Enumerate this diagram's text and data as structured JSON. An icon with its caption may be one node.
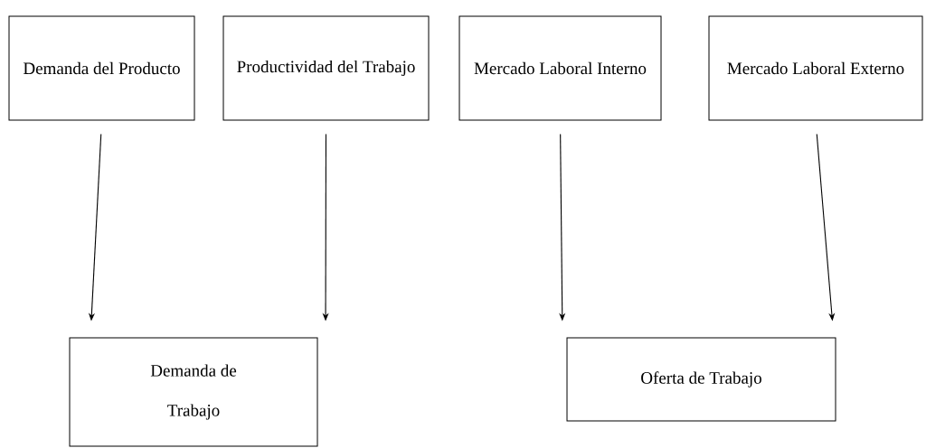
{
  "diagram": {
    "nodes": [
      {
        "text": [
          "Demanda del Producto"
        ]
      },
      {
        "text": [
          "Productividad del Trabajo"
        ]
      },
      {
        "text": [
          "Mercado Laboral Interno"
        ]
      },
      {
        "text": [
          "Mercado Laboral Externo"
        ]
      },
      {
        "text": [
          "Demanda de Trabajo"
        ]
      },
      {
        "text": [
          "Oferta de Trabajo"
        ]
      }
    ],
    "edges": [
      {
        "from": 0,
        "to": 4,
        "arrow": "to"
      },
      {
        "from": 1,
        "to": 4,
        "arrow": "to"
      },
      {
        "from": 2,
        "to": 5,
        "arrow": "to"
      },
      {
        "from": 3,
        "to": 5,
        "arrow": "to"
      }
    ]
  }
}
